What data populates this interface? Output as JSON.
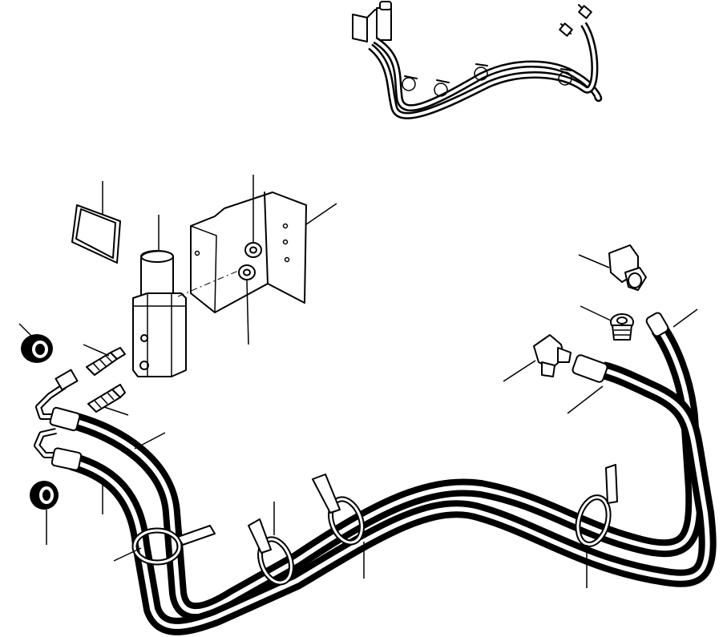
{
  "diagram": {
    "kind": "exploded parts illustration - hydraulic hose routing",
    "parts": [
      {
        "id": "gasket",
        "icon": "gasket-icon"
      },
      {
        "id": "valve-body",
        "icon": "valve-icon"
      },
      {
        "id": "mounting-bracket",
        "icon": "bracket-icon"
      },
      {
        "id": "washer-upper",
        "icon": "washer-icon"
      },
      {
        "id": "washer-lower",
        "icon": "washer-icon"
      },
      {
        "id": "plug-upper",
        "icon": "plug-icon"
      },
      {
        "id": "plug-lower",
        "icon": "plug-icon"
      },
      {
        "id": "adapter-upper",
        "icon": "adapter-icon"
      },
      {
        "id": "adapter-lower",
        "icon": "adapter-icon"
      },
      {
        "id": "elbow-right-upper",
        "icon": "elbow-fitting-icon"
      },
      {
        "id": "adapter-right",
        "icon": "adapter-icon"
      },
      {
        "id": "elbow-right-lower",
        "icon": "elbow-fitting-icon"
      },
      {
        "id": "hose-left-upper",
        "icon": "hose-icon"
      },
      {
        "id": "hose-left-lower",
        "icon": "hose-icon"
      },
      {
        "id": "hose-right-front",
        "icon": "hose-icon"
      },
      {
        "id": "hose-right-rear",
        "icon": "hose-icon"
      },
      {
        "id": "clamp-left",
        "icon": "clamp-icon"
      },
      {
        "id": "clamp-middle-left",
        "icon": "clamp-icon"
      },
      {
        "id": "clamp-middle-right",
        "icon": "clamp-icon"
      },
      {
        "id": "clamp-right",
        "icon": "clamp-icon"
      }
    ]
  }
}
